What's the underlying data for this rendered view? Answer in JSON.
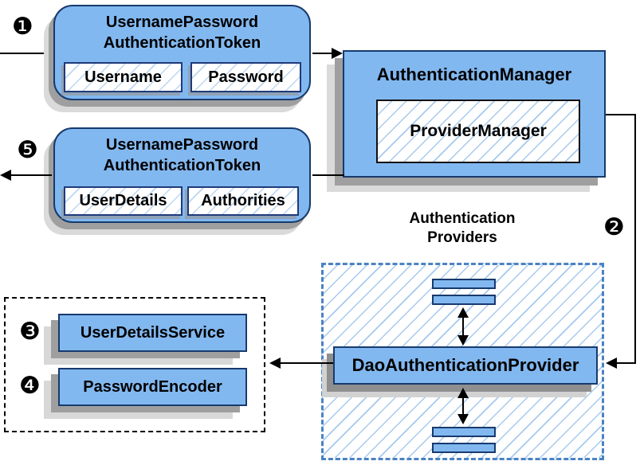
{
  "colors": {
    "box_fill": "#82b8f0",
    "box_border": "#173a6d",
    "hatch_line": "#a6c9ee",
    "providers_dash_border": "#4a82c3",
    "arrow": "#000000"
  },
  "steps": {
    "s1": "❶",
    "s2": "❷",
    "s3": "❸",
    "s4": "❹",
    "s5": "❺"
  },
  "request_token": {
    "title_line1": "UsernamePassword",
    "title_line2": "AuthenticationToken",
    "fields": [
      "Username",
      "Password"
    ]
  },
  "result_token": {
    "title_line1": "UsernamePassword",
    "title_line2": "AuthenticationToken",
    "fields": [
      "UserDetails",
      "Authorities"
    ]
  },
  "authentication_manager": {
    "title": "AuthenticationManager",
    "inner": "ProviderManager"
  },
  "authentication_providers": {
    "label_line1": "Authentication",
    "label_line2": "Providers",
    "provider": "DaoAuthenticationProvider"
  },
  "collaborators": {
    "items": [
      "UserDetailsService",
      "PasswordEncoder"
    ]
  }
}
